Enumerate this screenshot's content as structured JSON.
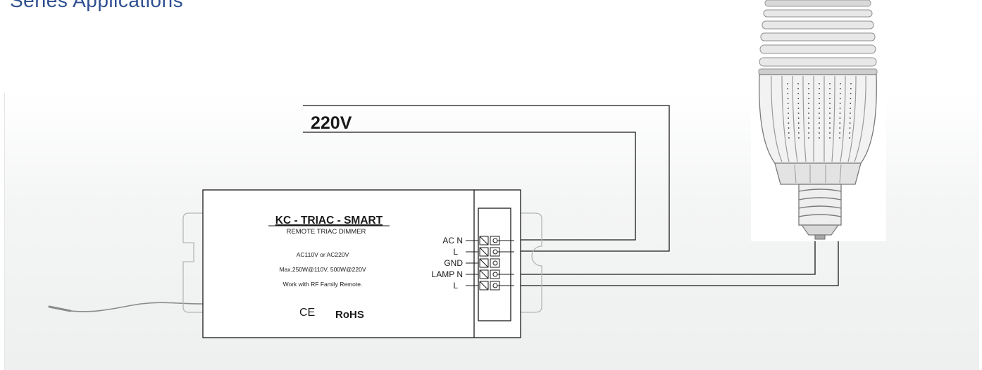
{
  "page": {
    "heading": "Series Applications"
  },
  "supply": {
    "voltage_label": "220V",
    "voltage_color": "#e0262d"
  },
  "dimmer": {
    "model": "KC - TRIAC - SMART",
    "subtitle": "REMOTE TRIAC DIMMER",
    "spec_input": "AC110V or AC220V",
    "spec_power": "Max.250W@110V, 500W@220V",
    "spec_remote": "Work with RF Family Remote.",
    "ce_mark": "CE",
    "rohs_mark": "RoHS"
  },
  "terminals": {
    "labels": [
      "AC N",
      "L",
      "GND",
      "LAMP N",
      "L"
    ]
  },
  "load": {
    "icon": "led-bulb-icon"
  }
}
